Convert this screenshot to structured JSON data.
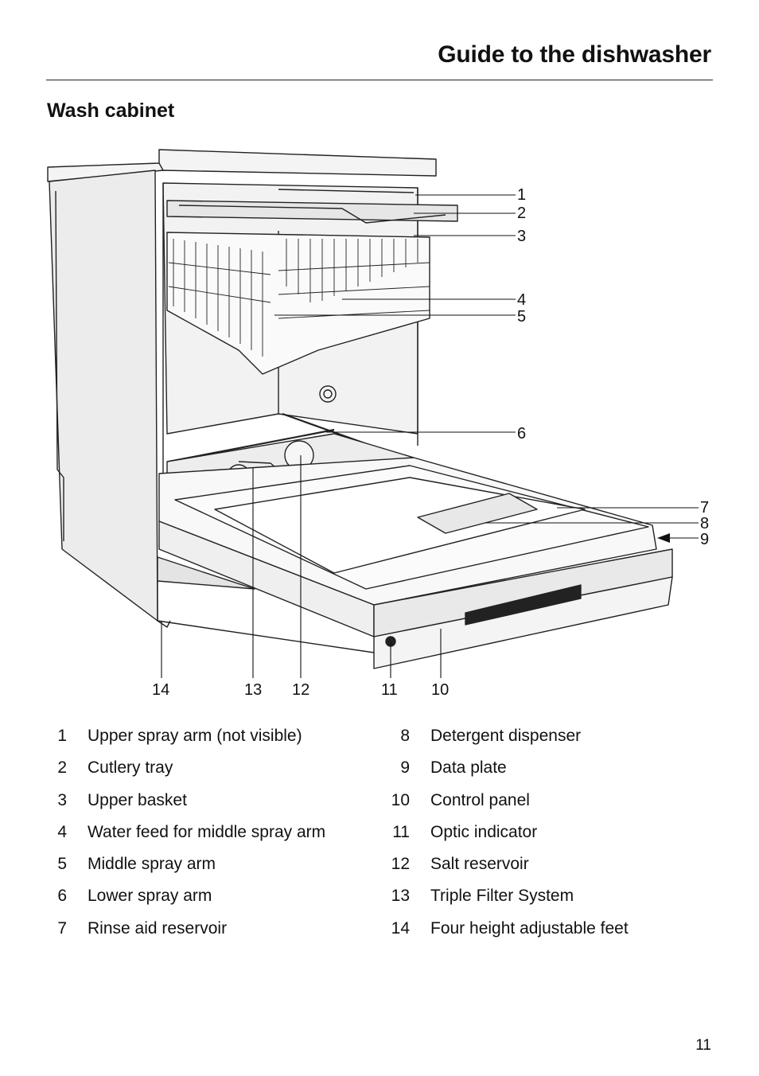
{
  "header": {
    "title": "Guide to the dishwasher"
  },
  "section": {
    "title": "Wash cabinet"
  },
  "callouts": {
    "c1": "1",
    "c2": "2",
    "c3": "3",
    "c4": "4",
    "c5": "5",
    "c6": "6",
    "c7": "7",
    "c8": "8",
    "c9": "9",
    "c10": "10",
    "c11": "11",
    "c12": "12",
    "c13": "13",
    "c14": "14"
  },
  "legend": {
    "left": [
      {
        "num": "1",
        "label": "Upper spray arm (not visible)"
      },
      {
        "num": "2",
        "label": "Cutlery tray"
      },
      {
        "num": "3",
        "label": "Upper basket"
      },
      {
        "num": "4",
        "label": "Water feed for middle spray arm"
      },
      {
        "num": "5",
        "label": "Middle spray arm"
      },
      {
        "num": "6",
        "label": "Lower spray arm"
      },
      {
        "num": "7",
        "label": "Rinse aid reservoir"
      }
    ],
    "right": [
      {
        "num": "8",
        "label": "Detergent dispenser"
      },
      {
        "num": "9",
        "label": "Data plate"
      },
      {
        "num": "10",
        "label": "Control panel"
      },
      {
        "num": "11",
        "label": "Optic indicator"
      },
      {
        "num": "12",
        "label": "Salt reservoir"
      },
      {
        "num": "13",
        "label": "Triple Filter System"
      },
      {
        "num": "14",
        "label": "Four height adjustable feet"
      }
    ]
  },
  "footer": {
    "page_number": "11"
  }
}
